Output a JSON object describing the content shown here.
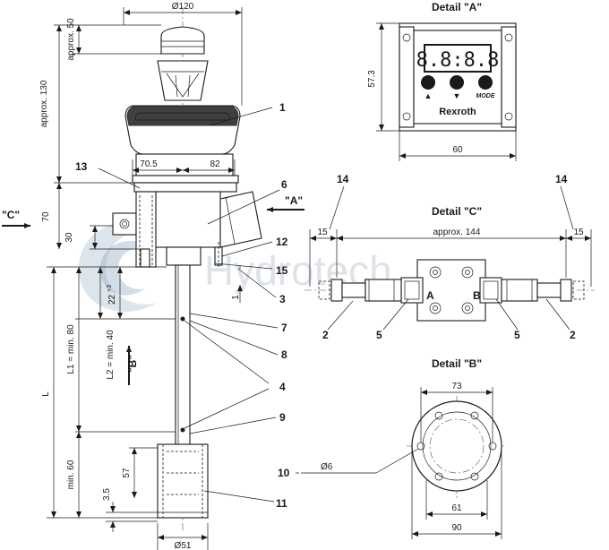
{
  "main_view": {
    "dims": {
      "top_width": "Ø120",
      "approx_130": "approx. 130",
      "approx_50": "approx. 50",
      "d_70_5": "70.5",
      "d_82": "82",
      "d_70": "70",
      "d_30": "30",
      "d_22": "22",
      "d_22_sup": "+3",
      "d_L1": "L1 = min. 80",
      "d_L2": "L2 = min. 40",
      "d_L": "L",
      "d_min60": "min. 60",
      "d_57": "57",
      "d_3_5": "3.5",
      "d_1": "1",
      "bottom_width": "Ø51"
    },
    "view_labels": {
      "view_c": "\"C\"",
      "view_a": "\"A\"",
      "view_b": "\"B\""
    },
    "callouts": [
      "1",
      "13",
      "6",
      "12",
      "15",
      "3",
      "7",
      "8",
      "4",
      "9",
      "11"
    ]
  },
  "detail_a": {
    "title": "Detail \"A\"",
    "display_text": "8.8:8.8",
    "brand": "Rexroth",
    "mode_label": "MODE",
    "up_arrow": "▲",
    "down_arrow": "▼",
    "height_dim": "57.3",
    "width_dim": "60"
  },
  "detail_c": {
    "title": "Detail \"C\"",
    "length_dim": "approx. 144",
    "left_dim": "15",
    "right_dim": "15",
    "port_a": "A",
    "port_b": "B",
    "callouts": {
      "top_left": "14",
      "top_right": "14",
      "left_2": "2",
      "left_5": "5",
      "right_5": "5",
      "right_2": "2"
    }
  },
  "detail_b": {
    "title": "Detail \"B\"",
    "top_dim": "73",
    "bolt_circle": "61",
    "outer_dim": "90",
    "hole_dim": "Ø6",
    "callout": "10"
  },
  "watermark": "Hydrotech"
}
